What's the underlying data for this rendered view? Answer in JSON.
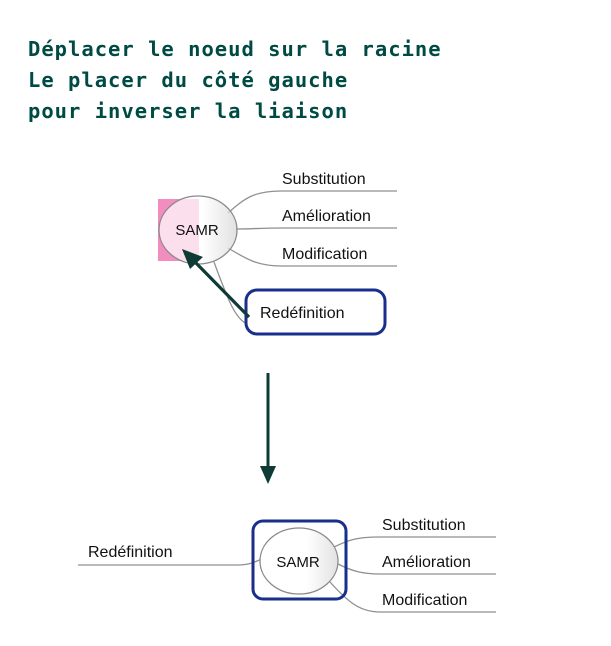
{
  "instructions": {
    "lines": [
      "Déplacer le noeud sur la racine",
      "Le placer du côté gauche",
      "pour inverser la liaison"
    ],
    "color": "#004a44"
  },
  "before": {
    "root_label": "SAMR",
    "branches": [
      "Substitution",
      "Amélioration",
      "Modification"
    ],
    "dragged_node": "Redéfinition",
    "root_highlight_color": "#f28dbf"
  },
  "after": {
    "root_label": "SAMR",
    "left_branch": "Redéfinition",
    "branches": [
      "Substitution",
      "Amélioration",
      "Modification"
    ]
  },
  "colors": {
    "selection_border": "#1a2e8c",
    "arrow": "#0f3b37",
    "branch_line": "#8f8f8f"
  }
}
